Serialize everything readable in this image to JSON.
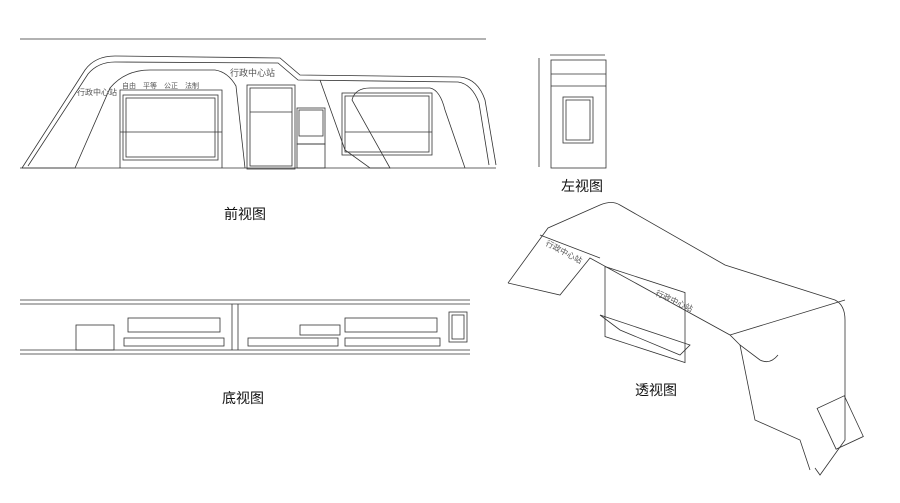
{
  "front_view": {
    "caption": "前视图",
    "station_name_left": "行政中心站",
    "station_name_top": "行政中心站",
    "slogan": "自由　平等　公正　法制"
  },
  "left_view": {
    "caption": "左视图"
  },
  "bottom_view": {
    "caption": "底视图"
  },
  "perspective_view": {
    "caption": "透视图",
    "station_name_left": "行政中心站",
    "station_name_mid": "行政中心站"
  }
}
